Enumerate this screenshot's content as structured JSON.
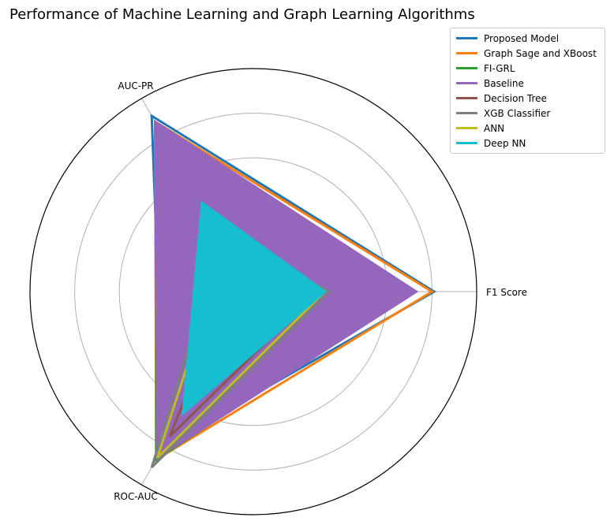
{
  "chart_data": {
    "type": "radar",
    "title": "Performance of Machine Learning and Graph Learning Algorithms",
    "axes": [
      "F1 Score",
      "AUC-PR",
      "ROC-AUC"
    ],
    "rlim": [
      0,
      1
    ],
    "grid": true,
    "legend_position": "top-right",
    "series": [
      {
        "name": "Proposed Model",
        "color": "#1f77b4",
        "values": [
          0.81,
          0.91,
          0.8
        ],
        "filled": false
      },
      {
        "name": "Graph Sage and XBoost",
        "color": "#ff7f0e",
        "values": [
          0.8,
          0.88,
          0.87
        ],
        "filled": false
      },
      {
        "name": "FI-GRL",
        "color": "#2ca02c",
        "values": [
          0.7,
          0.87,
          0.87
        ],
        "filled": false
      },
      {
        "name": "Baseline",
        "color": "#9467bd",
        "values": [
          0.73,
          0.88,
          0.86
        ],
        "filled": true
      },
      {
        "name": "Decision Tree",
        "color": "#8c564b",
        "values": [
          0.29,
          0.13,
          0.75
        ],
        "filled": false
      },
      {
        "name": "XGB Classifier",
        "color": "#7f7f7f",
        "values": [
          0.34,
          0.28,
          0.91
        ],
        "filled": false
      },
      {
        "name": "ANN",
        "color": "#bcbd22",
        "values": [
          0.32,
          0.24,
          0.86
        ],
        "filled": false
      },
      {
        "name": "Deep NN",
        "color": "#17becf",
        "values": [
          0.32,
          0.46,
          0.63
        ],
        "filled": true
      }
    ]
  }
}
